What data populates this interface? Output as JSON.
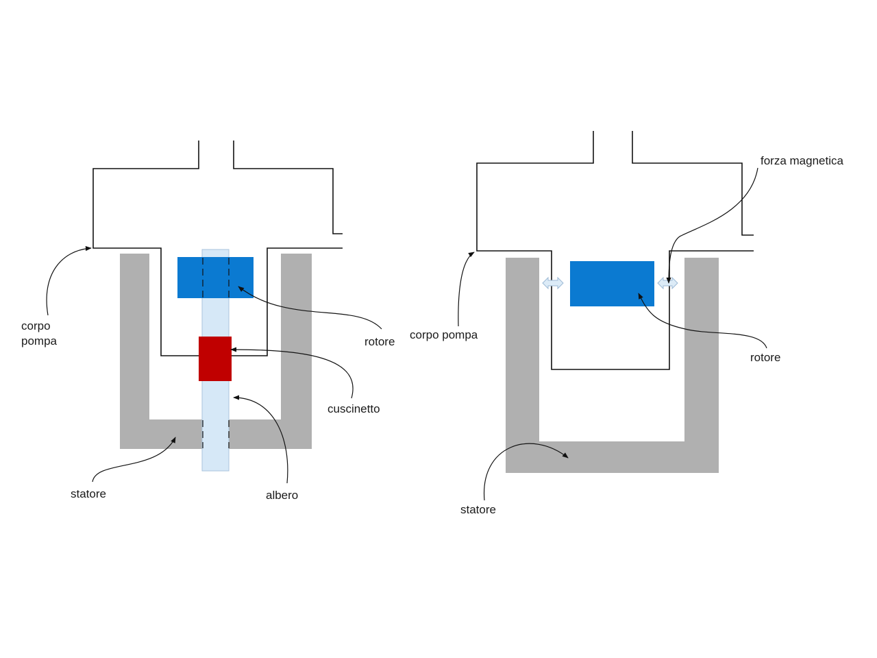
{
  "colors": {
    "stator": "#b0b0b0",
    "rotor": "#0b7ad1",
    "bearing": "#c00000",
    "shaft": "#d6e8f7",
    "shaft_stroke": "#a9c3dc",
    "force_arrow": "#dcebf7",
    "force_arrow_stroke": "#9dbad6",
    "line": "#111111"
  },
  "left": {
    "corpo_pompa_line1": "corpo",
    "corpo_pompa_line2": "pompa",
    "rotore": "rotore",
    "cuscinetto": "cuscinetto",
    "statore": "statore",
    "albero": "albero"
  },
  "right": {
    "forza_magnetica": "forza magnetica",
    "corpo_pompa": "corpo pompa",
    "rotore": "rotore",
    "statore": "statore"
  }
}
